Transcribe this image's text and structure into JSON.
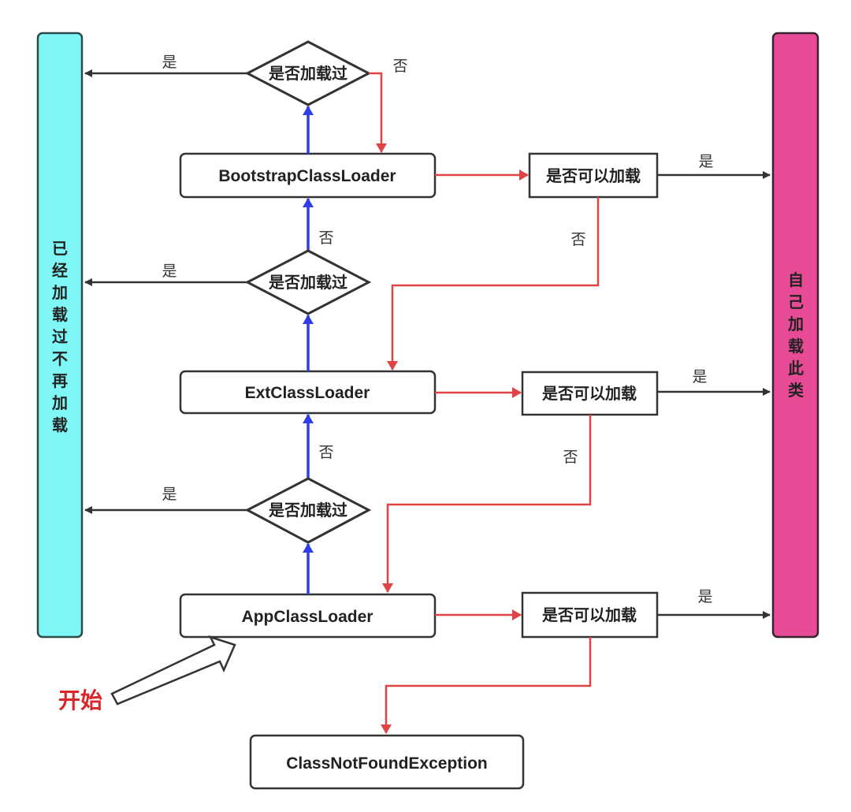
{
  "colors": {
    "cached_bar": "#7ff7f7",
    "self_load_bar": "#e84b96",
    "delegate_arrow": "#2f3ee6",
    "fallback_arrow": "#e04343",
    "yes_arrow": "#333333",
    "start_text": "#d8262b"
  },
  "left_bar": {
    "label": "已经加载过不再加载"
  },
  "right_bar": {
    "label": "自己加载此类"
  },
  "loaders": [
    {
      "name": "BootstrapClassLoader"
    },
    {
      "name": "ExtClassLoader"
    },
    {
      "name": "AppClassLoader"
    }
  ],
  "loaded_checks": [
    {
      "label": "是否加载过",
      "yes": "是",
      "no": "否"
    },
    {
      "label": "是否加载过",
      "yes": "是",
      "no": "否"
    },
    {
      "label": "是否加载过",
      "yes": "是",
      "no": "否"
    }
  ],
  "can_load_checks": [
    {
      "label": "是否可以加载",
      "yes": "是",
      "no": "否"
    },
    {
      "label": "是否可以加载",
      "yes": "是",
      "no": "否"
    },
    {
      "label": "是否可以加载",
      "yes": "是"
    }
  ],
  "exception": {
    "label": "ClassNotFoundException"
  },
  "start": {
    "label": "开始"
  }
}
